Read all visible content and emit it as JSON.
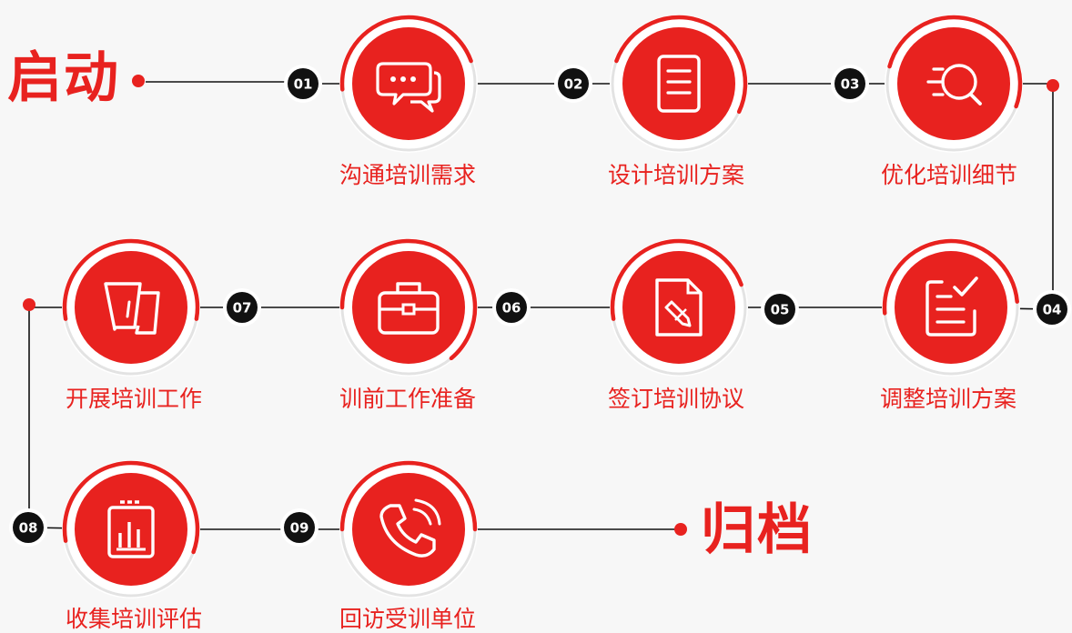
{
  "start_label": "启动",
  "end_label": "归档",
  "colors": {
    "accent": "#e8221f",
    "connector": "#111111",
    "ring": "#e3e3e3",
    "badge": "#111111"
  },
  "steps": [
    {
      "number": "01",
      "label": "沟通培训需求",
      "icon": "chat-bubbles-icon"
    },
    {
      "number": "02",
      "label": "设计培训方案",
      "icon": "document-icon"
    },
    {
      "number": "03",
      "label": "优化培训细节",
      "icon": "search-magnifier-icon"
    },
    {
      "number": "04",
      "label": "调整培训方案",
      "icon": "checklist-icon"
    },
    {
      "number": "05",
      "label": "签订培训协议",
      "icon": "sign-document-icon"
    },
    {
      "number": "06",
      "label": "训前工作准备",
      "icon": "briefcase-icon"
    },
    {
      "number": "07",
      "label": "开展培训工作",
      "icon": "flag-icon"
    },
    {
      "number": "08",
      "label": "收集培训评估",
      "icon": "clipboard-chart-icon"
    },
    {
      "number": "09",
      "label": "回访受训单位",
      "icon": "phone-icon"
    }
  ]
}
